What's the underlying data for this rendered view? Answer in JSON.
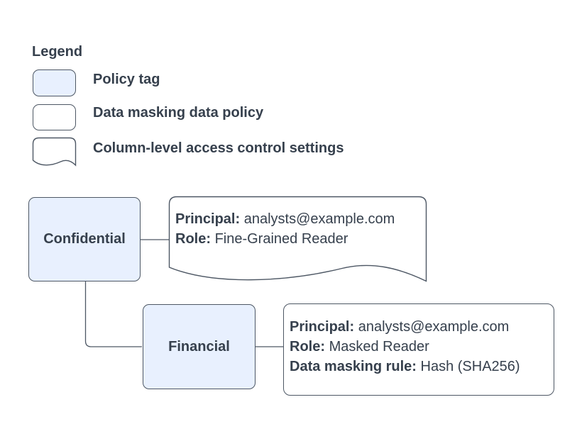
{
  "legend": {
    "title": "Legend",
    "items": [
      {
        "label": "Policy tag"
      },
      {
        "label": "Data masking data policy"
      },
      {
        "label": "Column-level access control settings"
      }
    ]
  },
  "diagram": {
    "policy_tags": [
      {
        "label": "Confidential"
      },
      {
        "label": "Financial"
      }
    ],
    "access_control": {
      "principal_label": "Principal:",
      "principal_value": "analysts@example.com",
      "role_label": "Role:",
      "role_value": "Fine-Grained Reader"
    },
    "data_policy": {
      "principal_label": "Principal:",
      "principal_value": "analysts@example.com",
      "role_label": "Role:",
      "role_value": "Masked Reader",
      "rule_label": "Data masking rule:",
      "rule_value": "Hash (SHA256)"
    }
  },
  "colors": {
    "policy_tag_fill": "#e8f0fe",
    "shape_fill": "#ffffff",
    "stroke": "#4d5764",
    "text": "#36404d"
  }
}
